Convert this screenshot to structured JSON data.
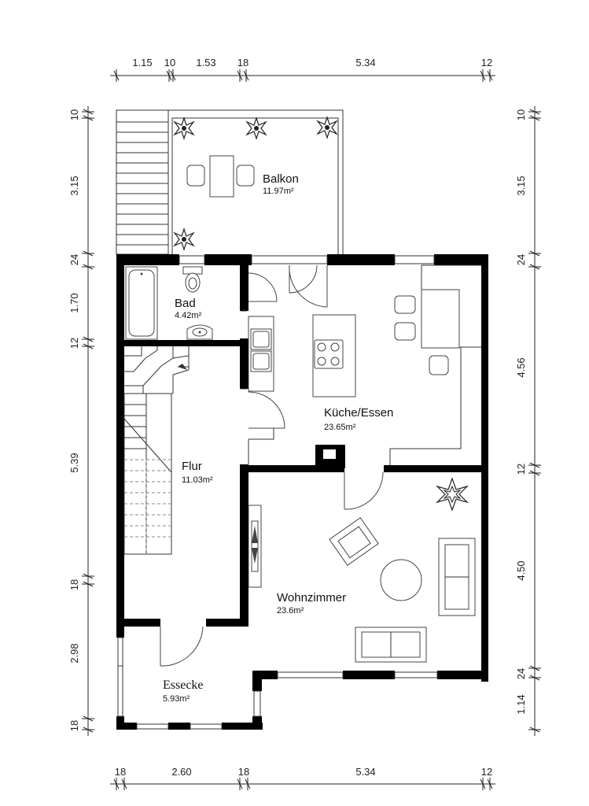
{
  "dimensions": {
    "top": [
      "1.15",
      "10",
      "1.53",
      "18",
      "5.34",
      "12"
    ],
    "bottom": [
      "18",
      "2.60",
      "18",
      "5.34",
      "12"
    ],
    "left": [
      "10",
      "3.15",
      "24",
      "1.70",
      "12",
      "5.39",
      "18",
      "2.98",
      "18"
    ],
    "right": [
      "10",
      "3.15",
      "24",
      "4.56",
      "12",
      "4.50",
      "24",
      "1.14"
    ]
  },
  "rooms": {
    "balkon": {
      "name": "Balkon",
      "area": "11.97m²"
    },
    "bad": {
      "name": "Bad",
      "area": "4.42m²"
    },
    "kueche": {
      "name": "Küche/Essen",
      "area": "23.65m²"
    },
    "flur": {
      "name": "Flur",
      "area": "11.03m²"
    },
    "wohnzimmer": {
      "name": "Wohnzimmer",
      "area": "23.6m²"
    },
    "essecke": {
      "name": "Essecke",
      "area": "5.93m²"
    }
  },
  "icons": [
    "plant-icon",
    "bathtub-icon",
    "toilet-icon",
    "sink-icon",
    "stove-icon",
    "fireplace-icon",
    "door-swing-icon",
    "stair-icon"
  ]
}
